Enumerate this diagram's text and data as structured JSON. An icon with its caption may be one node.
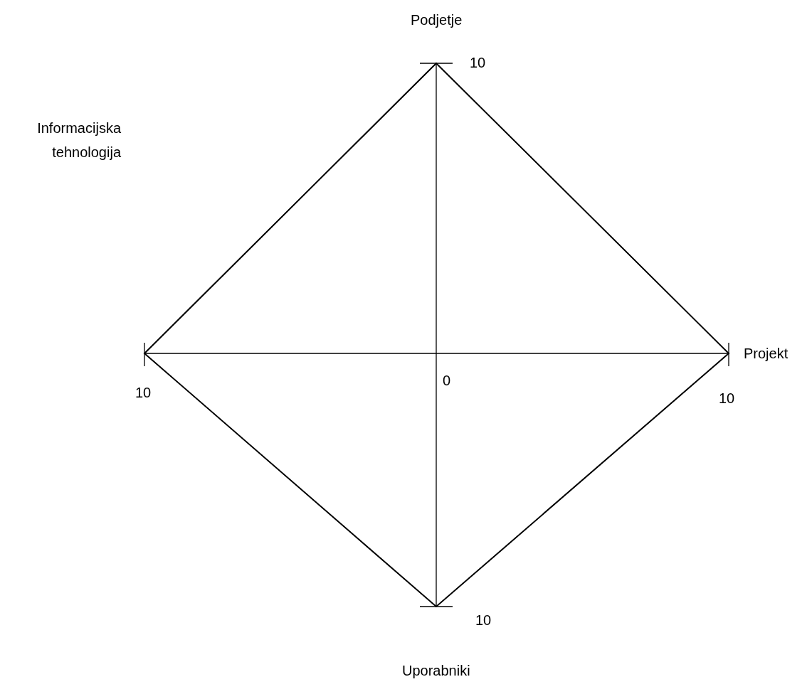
{
  "diagram": {
    "labels": [
      "Podjetje",
      "10",
      "Informacijska tehnologija",
      "Projekt",
      "0",
      "10",
      "10",
      "10",
      "Uporabniki"
    ]
  }
}
